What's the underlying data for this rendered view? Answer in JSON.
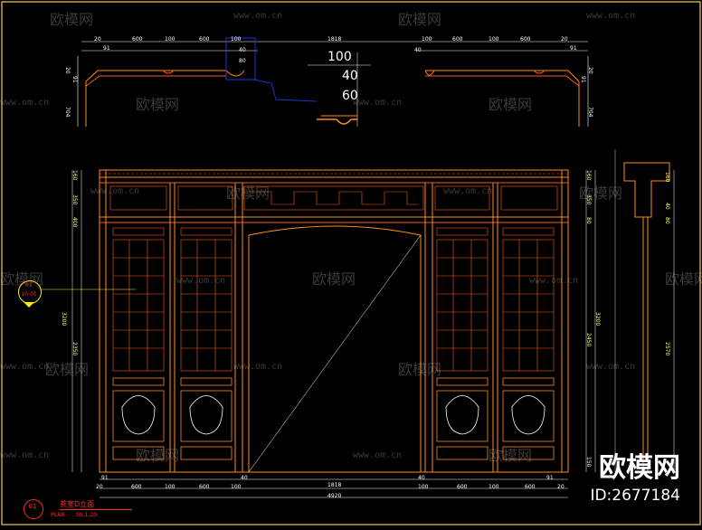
{
  "colors": {
    "background": "#000000",
    "frame": "#c8a23c",
    "outline": "#ff8a1a",
    "detail": "#ff5a1a",
    "dimension": "#ffffff",
    "dim_text": "#ffff66",
    "highlight": "#2233cc",
    "callout": "#ffee00",
    "label_red": "#ff2b2b"
  },
  "watermark": {
    "brand": "欧模网",
    "url": "www.om.cn"
  },
  "brand_badge": {
    "name": "欧模网",
    "id": "ID:2677184"
  },
  "top_dims": {
    "left_row": [
      "20",
      "91",
      "600",
      "100",
      "600",
      "100"
    ],
    "left_sub": [
      "40",
      "80"
    ],
    "center": "1818",
    "right_row": [
      "100",
      "600",
      "100",
      "600",
      "20",
      "91"
    ],
    "right_sub": "40",
    "big": [
      "100",
      "40",
      "60"
    ],
    "side_left": [
      "20",
      "91",
      "704"
    ],
    "side_right": [
      "20",
      "91",
      "704"
    ]
  },
  "left_dims": [
    "160",
    "350",
    "400",
    "3200",
    "2350"
  ],
  "right_dims": [
    "160",
    "350",
    "80",
    "3200",
    "2450",
    "150"
  ],
  "section_dims": [
    "160",
    "40",
    "80",
    "2570"
  ],
  "bottom_dims": {
    "row1": [
      "91",
      "40",
      "1818",
      "40",
      "91"
    ],
    "row2": [
      "20",
      "600",
      "100",
      "600",
      "100",
      "100",
      "600",
      "100",
      "600",
      "20"
    ],
    "total": "4920"
  },
  "callout": {
    "top": "01",
    "bottom": "10-01"
  },
  "title_block": {
    "number": "01",
    "title": "茶室D立面",
    "plan": "PLAN",
    "scale": "S0:1:20"
  }
}
